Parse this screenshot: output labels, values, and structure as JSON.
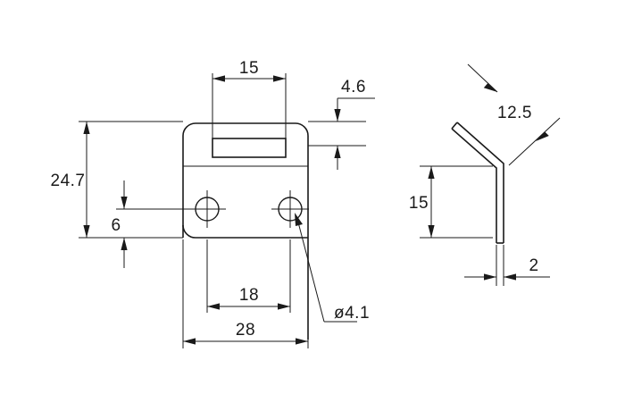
{
  "drawing": {
    "title": "Bracket technical drawing",
    "background_color": "#ffffff",
    "line_color": "#1a1a1a",
    "units": "mm"
  },
  "front_view": {
    "name": "front-view",
    "dimensions": {
      "slot_width": "15",
      "plate_thickness_top": "4.6",
      "overall_height": "24.7",
      "hole_edge_offset": "6",
      "hole_spacing": "18",
      "overall_width": "28",
      "hole_diameter": "ø4.1"
    }
  },
  "side_view": {
    "name": "side-view",
    "dimensions": {
      "bent_arm_length": "12.5",
      "vertical_height": "15",
      "material_thickness": "2"
    }
  },
  "labels": [
    {
      "id": "d-15",
      "text": "15"
    },
    {
      "id": "d-46",
      "text": "4.6"
    },
    {
      "id": "d-247",
      "text": "24.7"
    },
    {
      "id": "d-6",
      "text": "6"
    },
    {
      "id": "d-18",
      "text": "18"
    },
    {
      "id": "d-28",
      "text": "28"
    },
    {
      "id": "d-hole",
      "text": "ø4.1"
    },
    {
      "id": "d-125",
      "text": "12.5"
    },
    {
      "id": "d-15s",
      "text": "15"
    },
    {
      "id": "d-2",
      "text": "2"
    }
  ]
}
